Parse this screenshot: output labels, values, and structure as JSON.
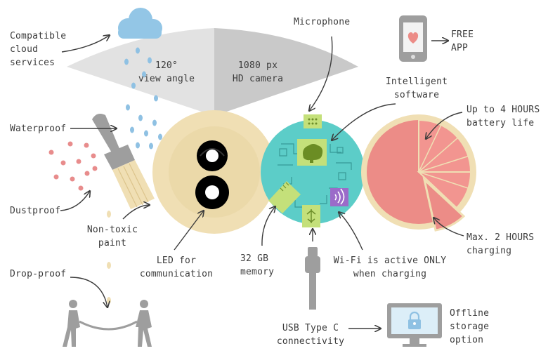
{
  "labels": {
    "cloud": "Compatible\ncloud\nservices",
    "view_angle": "120°\nview angle",
    "camera": "1080 px\nHD camera",
    "microphone": "Microphone",
    "free_app": "FREE\nAPP",
    "software": "Intelligent\nsoftware",
    "battery": "Up to 4 HOURS\nbattery life",
    "waterproof": "Waterproof",
    "dustproof": "Dustproof",
    "paint": "Non-toxic\npaint",
    "led": "LED for\ncommunication",
    "memory": "32 GB\nmemory",
    "wifi": "Wi-Fi is active ONLY\nwhen charging",
    "charging": "Max. 2 HOURS\ncharging",
    "dropproof": "Drop-proof",
    "usb": "USB Type C\nconnectivity",
    "offline": "Offline\nstorage\noption"
  },
  "colors": {
    "text": "#3c3c3c",
    "cloud": "#93c6e6",
    "water": "#8fc1e3",
    "fan_left": "#e1e1e1",
    "fan_right": "#c8c8c8",
    "device_tan": "#f0dfb4",
    "teal": "#5ccdc8",
    "chip_green": "#c4e07a",
    "chip_purple": "#9b6bc9",
    "battery_salmon": "#ec8c87",
    "dust": "#e88c8c",
    "grey_icon": "#9e9e9e"
  },
  "icons": [
    "cloud-icon",
    "phone-icon",
    "heart-icon",
    "brush-icon",
    "person-icon",
    "monitor-icon",
    "lock-icon",
    "usb-cable-icon",
    "brain-chip-icon",
    "wifi-chip-icon",
    "sd-card-icon",
    "usb-chip-icon",
    "microphone-chip-icon"
  ]
}
